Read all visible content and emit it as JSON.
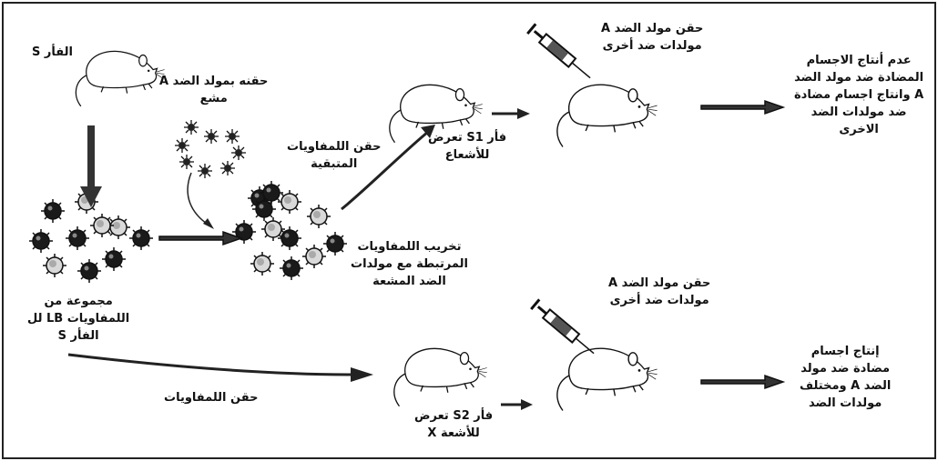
{
  "top": {
    "mouse_s_label": "الفأر S",
    "inject_irradiated_antigen": [
      "حقنه بمولد الضد A",
      "مشع"
    ],
    "mouse_s1_label": [
      "فأر S1 تعرض",
      "للأشعاع"
    ],
    "inject_remaining_lymphocytes": [
      "حقن اللمفاويات",
      "المتبقية"
    ],
    "inject_antigens_top": [
      "حقن مولد الضد A",
      "مولدات ضد أخرى"
    ],
    "result_top": [
      "عدم أنتاج الاجسام",
      "المضادة ضد مولد الضد",
      "A وانتاج اجسام مضادة",
      "ضد مولدات الضد",
      "الاخرى"
    ]
  },
  "middle": {
    "lymphocyte_group_label": [
      "مجموعة من",
      "اللمفاويات LB لل",
      "الفأر S"
    ],
    "destroy_bound_lymphocytes": [
      "تخريب اللمفاويات",
      "المرتبطة مع مولدات",
      "الضد المشعة"
    ]
  },
  "bottom": {
    "inject_lymphocytes": "حقن اللمفاويات",
    "mouse_s2_label": [
      "فأر S2 تعرض",
      "للأشعة X"
    ],
    "inject_antigens_bottom": [
      "حقن مولد الضد A",
      "مولدات ضد أخرى"
    ],
    "result_bottom": [
      "إنتاج اجسام",
      "مضادة ضد مولد",
      "الضد A ومختلف",
      "مولدات الضد"
    ]
  },
  "colors": {
    "ink": "#111111",
    "cell_dark": "#1a1a1a",
    "cell_light": "#bdbdbd",
    "frame": "#222222"
  },
  "icons": [
    "mouse-icon",
    "syringe-icon",
    "lymphocyte-icon",
    "antigen-icon",
    "arrow-icon"
  ]
}
